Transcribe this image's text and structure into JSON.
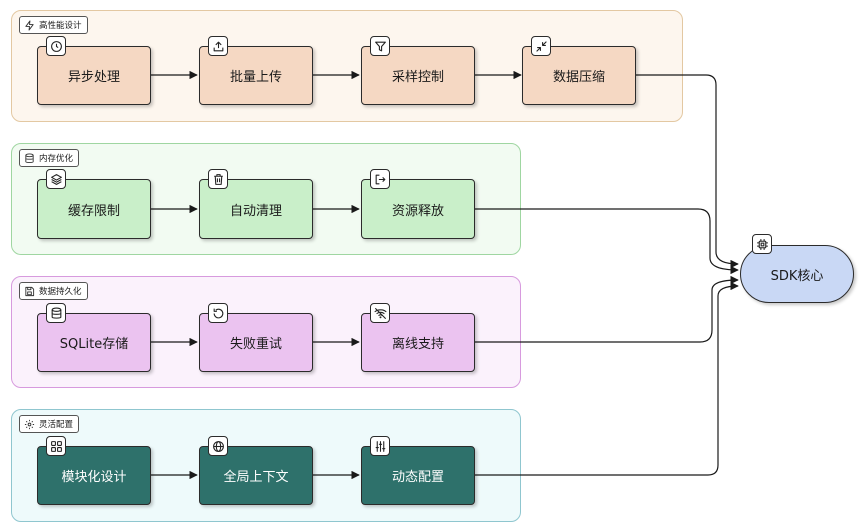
{
  "colors": {
    "performance": {
      "fill": "#fdf6ee",
      "border": "#e3c8a2",
      "node": "#f5d8c3"
    },
    "memory": {
      "fill": "#f2fbf2",
      "border": "#9fd6a1",
      "node": "#c9efc9"
    },
    "persistence": {
      "fill": "#fbf2fc",
      "border": "#d79ade",
      "node": "#ebc3f0"
    },
    "config": {
      "fill": "#eefafb",
      "border": "#8fc6cf",
      "node": "#2e716b"
    },
    "core": "#c9d8f5"
  },
  "groups": [
    {
      "id": "performance",
      "label": "高性能设计",
      "icon": "lightning-icon"
    },
    {
      "id": "memory",
      "label": "内存优化",
      "icon": "database-icon"
    },
    {
      "id": "persistence",
      "label": "数据持久化",
      "icon": "floppy-disk-icon"
    },
    {
      "id": "config",
      "label": "灵活配置",
      "icon": "gear-icon"
    }
  ],
  "nodes": {
    "performance": [
      {
        "label": "异步处理",
        "icon": "clock-icon"
      },
      {
        "label": "批量上传",
        "icon": "upload-icon"
      },
      {
        "label": "采样控制",
        "icon": "filter-icon"
      },
      {
        "label": "数据压缩",
        "icon": "compress-icon"
      }
    ],
    "memory": [
      {
        "label": "缓存限制",
        "icon": "layers-icon"
      },
      {
        "label": "自动清理",
        "icon": "trash-icon"
      },
      {
        "label": "资源释放",
        "icon": "logout-icon"
      }
    ],
    "persistence": [
      {
        "label": "SQLite存储",
        "icon": "database-icon"
      },
      {
        "label": "失败重试",
        "icon": "retry-icon"
      },
      {
        "label": "离线支持",
        "icon": "wifi-off-icon"
      }
    ],
    "config": [
      {
        "label": "模块化设计",
        "icon": "grid-icon"
      },
      {
        "label": "全局上下文",
        "icon": "globe-icon"
      },
      {
        "label": "动态配置",
        "icon": "sliders-icon"
      }
    ]
  },
  "core": {
    "label": "SDK核心",
    "icon": "chip-icon"
  }
}
